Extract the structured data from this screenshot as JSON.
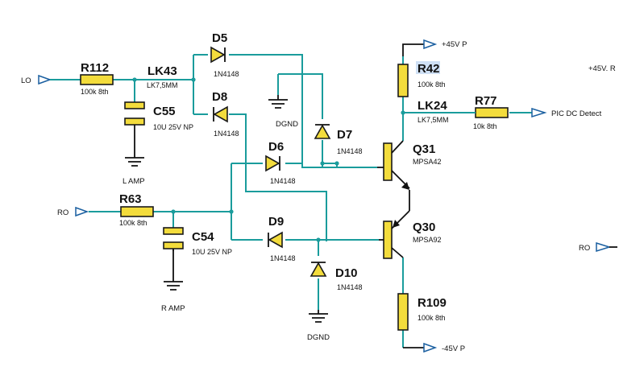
{
  "nets": {
    "lo": "LO",
    "ro_left": "RO",
    "ro_right": "RO",
    "pos45_top": "+45V P",
    "pos45_right": "+45V. R",
    "neg45": "-45V P",
    "pic": "PIC DC Detect",
    "l_amp": "L AMP",
    "r_amp": "R AMP",
    "dgnd_top": "DGND",
    "dgnd_bottom": "DGND"
  },
  "components": {
    "r112": {
      "ref": "R112",
      "value": "100k 8th"
    },
    "r63": {
      "ref": "R63",
      "value": "100k 8th"
    },
    "r42": {
      "ref": "R42",
      "value": "100k 8th"
    },
    "r77": {
      "ref": "R77",
      "value": "10k 8th"
    },
    "r109": {
      "ref": "R109",
      "value": "100k 8th"
    },
    "c55": {
      "ref": "C55",
      "value": "10U 25V NP"
    },
    "c54": {
      "ref": "C54",
      "value": "10U 25V NP"
    },
    "lk43": {
      "ref": "LK43",
      "value": "LK7,5MM"
    },
    "lk24": {
      "ref": "LK24",
      "value": "LK7,5MM"
    },
    "d5": {
      "ref": "D5",
      "value": "1N4148"
    },
    "d8": {
      "ref": "D8",
      "value": "1N4148"
    },
    "d7": {
      "ref": "D7",
      "value": "1N4148"
    },
    "d6": {
      "ref": "D6",
      "value": "1N4148"
    },
    "d9": {
      "ref": "D9",
      "value": "1N4148"
    },
    "d10": {
      "ref": "D10",
      "value": "1N4148"
    },
    "q31": {
      "ref": "Q31",
      "value": "MPSA42"
    },
    "q30": {
      "ref": "Q30",
      "value": "MPSA92"
    }
  },
  "colors": {
    "wire": "#1a9c9c",
    "component_fill": "#f3dc3c",
    "port_outline": "#1a5fa0",
    "highlight": "#cfe0f5"
  }
}
